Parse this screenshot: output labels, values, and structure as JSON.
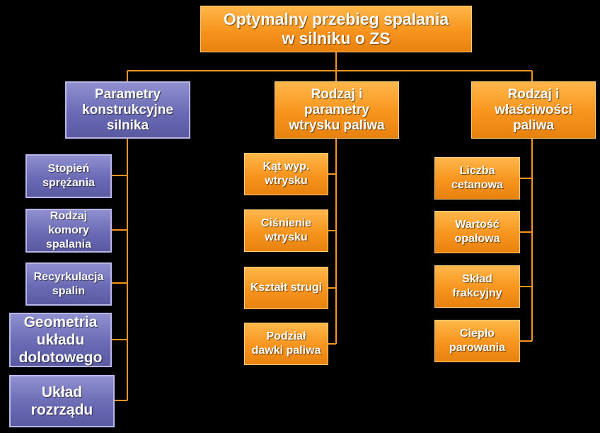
{
  "title": "Optymalny przebieg spalania\nw silniku o ZS",
  "columns": [
    {
      "header": "Parametry\nkonstrukcyjne\nsilnika",
      "items": [
        "Stopień\nsprężania",
        "Rodzaj\nkomory\nspalania",
        "Recyrkulacja\nspalin",
        "Geometria\nukładu\ndolotowego",
        "Układ\nrozrządu"
      ]
    },
    {
      "header": "Rodzaj i\nparametry\nwtrysku paliwa",
      "items": [
        "Kąt wyp.\nwtrysku",
        "Ciśnienie\nwtrysku",
        "Kształt strugi",
        "Podział\ndawki paliwa"
      ]
    },
    {
      "header": "Rodzaj i\nwłaściwości\npaliwa",
      "items": [
        "Liczba\ncetanowa",
        "Wartość\nopałowa",
        "Skład\nfrakcyjny",
        "Ciepło\nparowania"
      ]
    }
  ],
  "colors": {
    "orange": "#f7941e",
    "purple": "#6b6bb5",
    "connector": "#f7941e",
    "background": "#000000"
  }
}
